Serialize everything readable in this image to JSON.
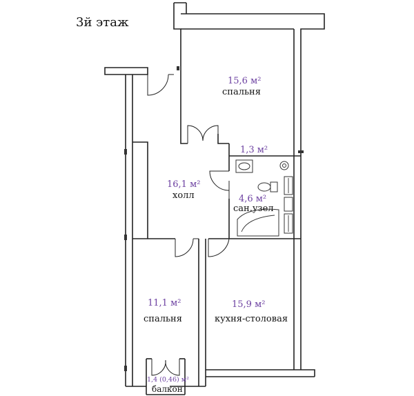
{
  "floor_title": "3й этаж",
  "colors": {
    "area": "#6b3fa0",
    "text": "#111111"
  },
  "rooms": [
    {
      "id": "bedroom-top",
      "area": "15,6 м²",
      "name": "спальня"
    },
    {
      "id": "closet",
      "area": "1,3 м²",
      "name": ""
    },
    {
      "id": "hall",
      "area": "16,1 м²",
      "name": "холл"
    },
    {
      "id": "bathroom",
      "area": "4,6 м²",
      "name": "сан.узел"
    },
    {
      "id": "bedroom-bottom",
      "area": "11,1 м²",
      "name": "спальня"
    },
    {
      "id": "kitchen",
      "area": "15,9 м²",
      "name": "кухня-столовая"
    },
    {
      "id": "balcony",
      "area": "1,4 (0,46) м²",
      "name": "балкон"
    }
  ]
}
